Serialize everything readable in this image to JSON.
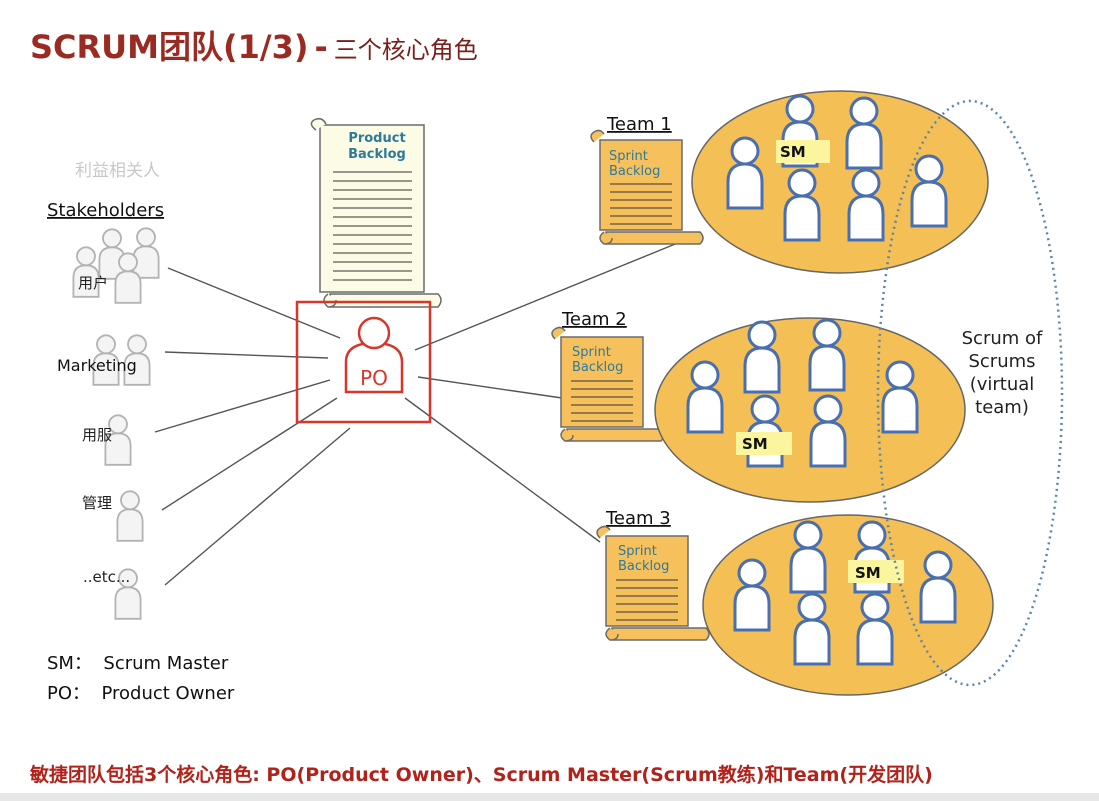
{
  "title": {
    "main": "SCRUM团队(1/3)",
    "dash": "-",
    "sub": "三个核心角色"
  },
  "stakeholders": {
    "cn_label": "利益相关人",
    "en_label": "Stakeholders",
    "groups": [
      "用户",
      "Marketing",
      "用服",
      "管理",
      "..etc..."
    ]
  },
  "product_backlog": {
    "line1": "Product",
    "line2": "Backlog"
  },
  "po": {
    "label": "PO"
  },
  "teams": [
    {
      "name": "Team 1",
      "backlog1": "Sprint",
      "backlog2": "Backlog",
      "sm": "SM"
    },
    {
      "name": "Team 2",
      "backlog1": "Sprint",
      "backlog2": "Backlog",
      "sm": "SM"
    },
    {
      "name": "Team 3",
      "backlog1": "Sprint",
      "backlog2": "Backlog",
      "sm": "SM"
    }
  ],
  "scrum_of_scrums": {
    "l1": "Scrum of",
    "l2": "Scrums",
    "l3": "(virtual",
    "l4": "team)"
  },
  "legend": {
    "sm": "SM：  Scrum Master",
    "po": "PO：  Product Owner"
  },
  "footer": "敏捷团队包括3个核心角色: PO(Product Owner)、Scrum Master(Scrum教练)和Team(开发团队)",
  "colors": {
    "title": "#9b2b22",
    "po_red": "#d8362a",
    "team_fill": "#f4bf55",
    "person_stroke": "#4a6fb0",
    "backlog_product": "#fbfbe6",
    "backlog_sprint": "#f6c15c"
  }
}
